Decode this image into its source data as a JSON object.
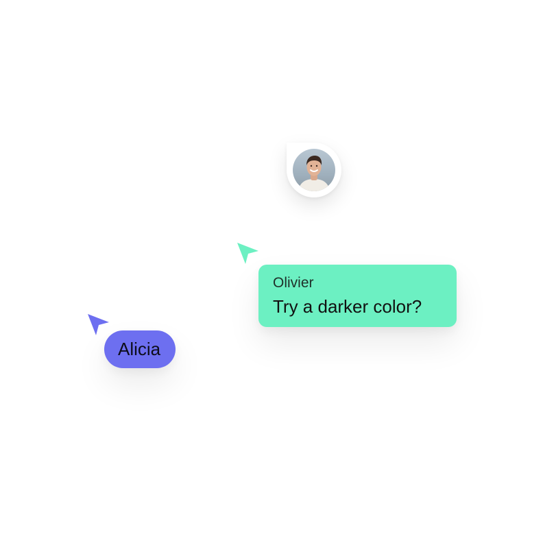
{
  "collaborators": {
    "olivier": {
      "name": "Olivier",
      "color": "#6cf0c2",
      "cursor_icon": "cursor-arrow-icon",
      "comment": "Try a darker color?"
    },
    "alicia": {
      "name": "Alicia",
      "color": "#6d6ff0",
      "cursor_icon": "cursor-arrow-icon"
    },
    "avatar_pin": {
      "icon": "user-avatar"
    }
  }
}
